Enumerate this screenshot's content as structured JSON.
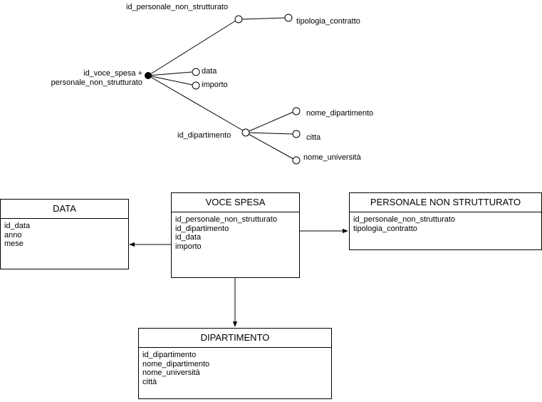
{
  "fact_tree": {
    "root": "id_voce_spesa +\npersonale_non_strutturato",
    "root_line1": "id_voce_spesa +",
    "root_line2": "personale_non_strutturato",
    "personale_node": "id_personale_non_strutturato",
    "tipologia": "tipologia_contratto",
    "data": "data",
    "importo": "importo",
    "dipartimento_node": "id_dipartimento",
    "nome_dipartimento": "nome_dipartimento",
    "citta": "citta",
    "nome_universita": "nome_università"
  },
  "entities": {
    "data": {
      "title": "DATA",
      "attributes": [
        "id_data",
        "anno",
        "mese"
      ]
    },
    "voce_spesa": {
      "title": "VOCE SPESA",
      "attributes": [
        "id_personale_non_strutturato",
        "id_dipartimento",
        "id_data",
        "importo"
      ]
    },
    "personale": {
      "title": "PERSONALE NON STRUTTURATO",
      "attributes": [
        "id_personale_non_strutturato",
        "tipologia_contratto"
      ]
    },
    "dipartimento": {
      "title": "DIPARTIMENTO",
      "attributes": [
        "id_dipartimento",
        "nome_dipartimento",
        "nome_università",
        "città"
      ]
    }
  }
}
